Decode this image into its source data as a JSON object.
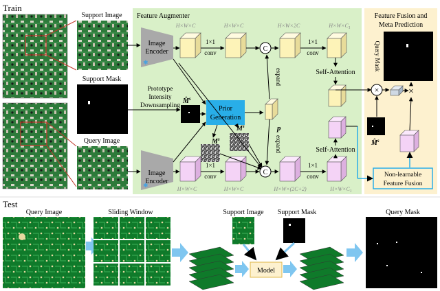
{
  "train": {
    "label": "Train",
    "support_image": "Support Image",
    "support_mask": "Support Mask",
    "query_image": "Query Image",
    "feature_augmenter": "Feature Augmenter",
    "fusion_title_1": "Feature Fusion and",
    "fusion_title_2": "Meta Prediction",
    "query_mask_vertical": "Query Mask",
    "image_encoder_1": "Image",
    "image_encoder_2": "Encoder",
    "conv_1": "1×1",
    "conv_2": "conv",
    "proto_1": "Prototype",
    "proto_2": "Intensity",
    "proto_3": "Downsampling",
    "mhat": "M̂",
    "sup_s": "s",
    "prior_1": "Prior",
    "prior_2": "Generation",
    "ms_bold": "M",
    "sup_s_h": "s",
    "sup_h": "h",
    "p_label": "p",
    "expand": "expand",
    "self_attention": "Self-Attention",
    "concat_symbol": "C",
    "nonlearn_1": "Non-learnable",
    "nonlearn_2": "Feature Fusion",
    "dim_hwc": "H×W×C",
    "dim_hw2c": "H×W×2C",
    "dim_hwc1": "H×W×C",
    "dim_sub1": "1",
    "dim_hw2c2": "H×W×(2C+2)"
  },
  "test": {
    "label": "Test",
    "query_image": "Query Image",
    "sliding_window": "Sliding Window",
    "support_image": "Support Image",
    "support_mask": "Support Mask",
    "model": "Model",
    "query_mask": "Query Mask"
  },
  "colors": {
    "augmenter_bg": "#d9f0c8",
    "fusion_bg": "#fdf1cf",
    "prior_box": "#29aee8",
    "cube_yellow": "#fdf3b8",
    "cube_pink": "#f4d3f6",
    "arrow_blue": "#7fc6f0",
    "pcb_green": "#0f7a2a"
  }
}
